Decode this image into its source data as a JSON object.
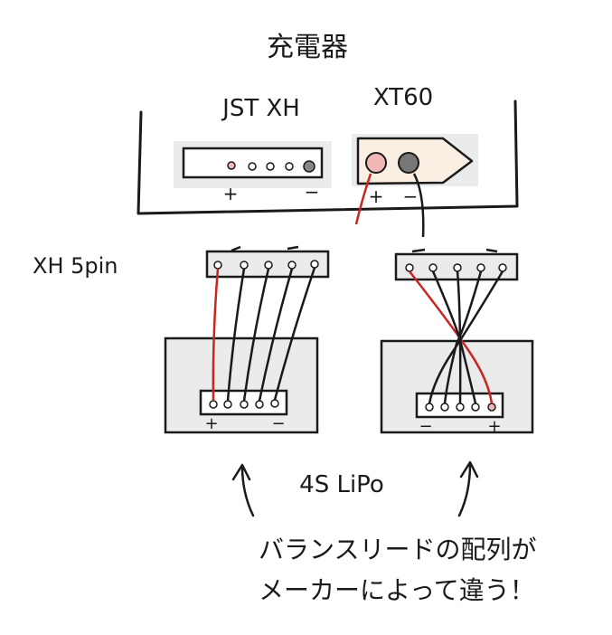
{
  "charger": {
    "title": "充電器",
    "jst_label": "JST XH",
    "xt60_label": "XT60",
    "jst_plus": "+",
    "jst_minus": "−",
    "xt60_plus": "+",
    "xt60_minus": "−"
  },
  "xh_label": "XH 5pin",
  "battery": {
    "label": "4S LiPo",
    "left_plus": "+",
    "left_minus": "−",
    "right_minus": "−",
    "right_plus": "+"
  },
  "note": {
    "line1": "バランスリードの配列が",
    "line2": "メーカーによって違う！"
  },
  "colors": {
    "ink": "#1a1a1a",
    "red_wire": "#c8261e",
    "gray_fill": "#ebebeb",
    "xt60_fill": "#fbeee3",
    "red_pin": "#f2b8b8"
  }
}
